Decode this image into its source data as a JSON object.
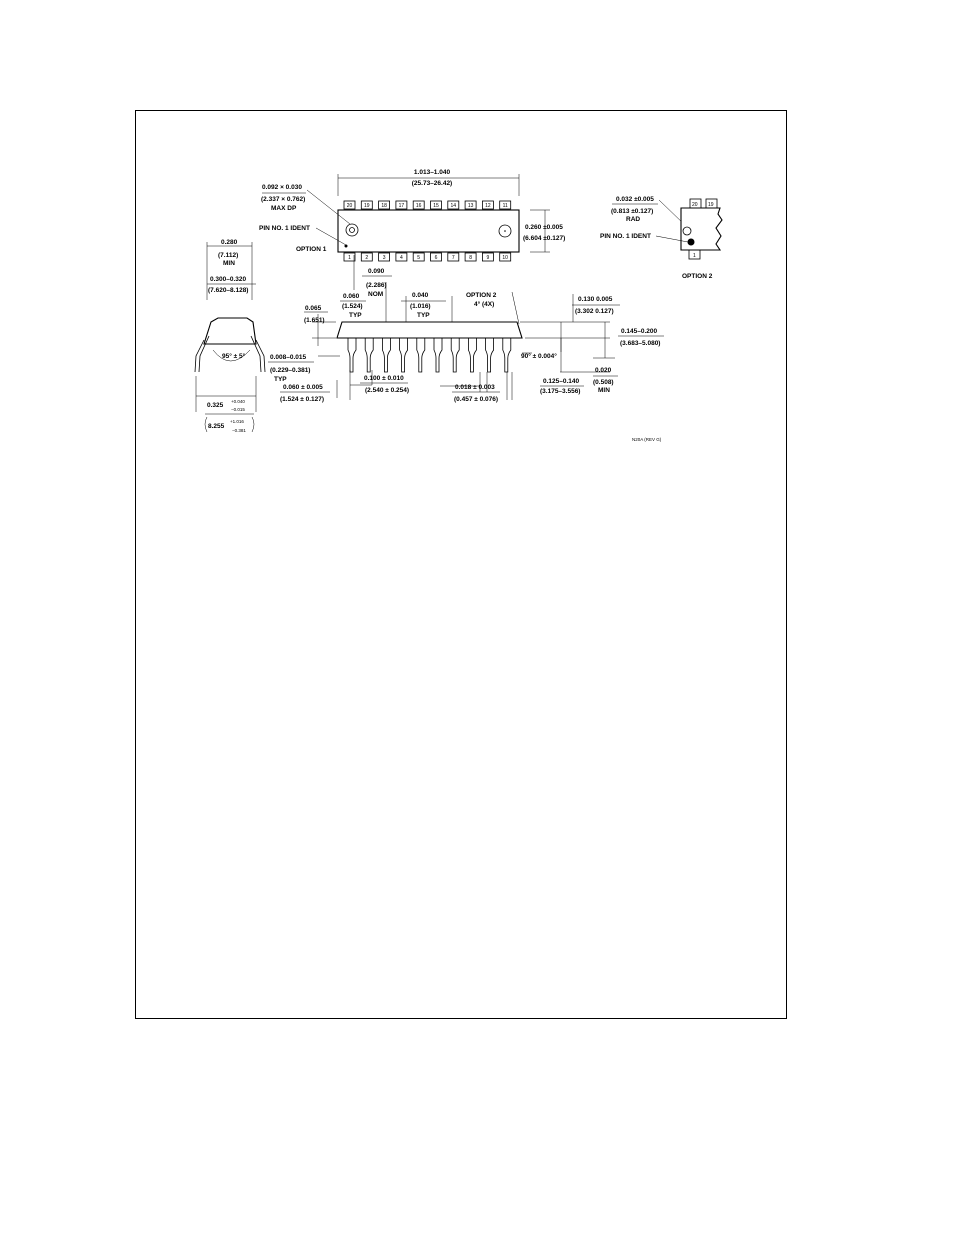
{
  "top_view": {
    "length_dim": [
      "1.013–1.040",
      "(25.73–26.42)"
    ],
    "width_dim": [
      "0.260 ±0.005",
      "(6.604 ±0.127)"
    ],
    "dp_dim": [
      "0.092 × 0.030",
      "(2.337 × 0.762)",
      "MAX DP"
    ],
    "pin_ident": "PIN NO. 1 IDENT",
    "option": "OPTION 1",
    "pitch_dim": [
      "0.090",
      "(2.286)",
      "NOM"
    ],
    "top_pins": [
      "20",
      "19",
      "18",
      "17",
      "16",
      "15",
      "14",
      "13",
      "12",
      "11"
    ],
    "bottom_pins": [
      "1",
      "2",
      "3",
      "4",
      "5",
      "6",
      "7",
      "8",
      "9",
      "10"
    ]
  },
  "option2_view": {
    "rad_dim": [
      "0.032 ±0.005",
      "(0.813 ±0.127)",
      "RAD"
    ],
    "pin_ident": "PIN NO. 1 IDENT",
    "option": "OPTION 2",
    "top_pins": [
      "20",
      "19"
    ],
    "bottom_pins": [
      "1"
    ]
  },
  "end_view": {
    "min_dim": [
      "0.280",
      "(7.112)",
      "MIN"
    ],
    "width_dim": [
      "0.300–0.320",
      "(7.620–8.128)"
    ],
    "angle": "95° ± 5°",
    "lead_dim": [
      "0.325",
      "+0.040",
      "−0.015"
    ],
    "lead_dim_mm": [
      "8.255",
      "+1.016",
      "−0.381"
    ]
  },
  "side_view": {
    "d065": [
      "0.065",
      "(1.651)"
    ],
    "d060": [
      "0.060",
      "(1.524)",
      "TYP"
    ],
    "d040": [
      "0.040",
      "(1.016)",
      "TYP"
    ],
    "option2": [
      "OPTION 2",
      "4° (4X)"
    ],
    "d130": [
      "0.130  0.005",
      "(3.302  0.127)"
    ],
    "d145": [
      "0.145–0.200",
      "(3.683–5.080)"
    ],
    "angle90": "90° ± 0.004°",
    "d020": [
      "0.020",
      "(0.508)",
      "MIN"
    ],
    "d008": [
      "0.008–0.015",
      "(0.229–0.381)",
      "TYP"
    ],
    "d060b": [
      "0.060 ± 0.005",
      "(1.524 ± 0.127)"
    ],
    "d100": [
      "0.100 ± 0.010",
      "(2.540 ± 0.254)"
    ],
    "d018": [
      "0.018 ± 0.003",
      "(0.457 ± 0.076)"
    ],
    "d125": [
      "0.125–0.140",
      "(3.175–3.556)"
    ]
  },
  "rev_label": "N20A (REV G)"
}
